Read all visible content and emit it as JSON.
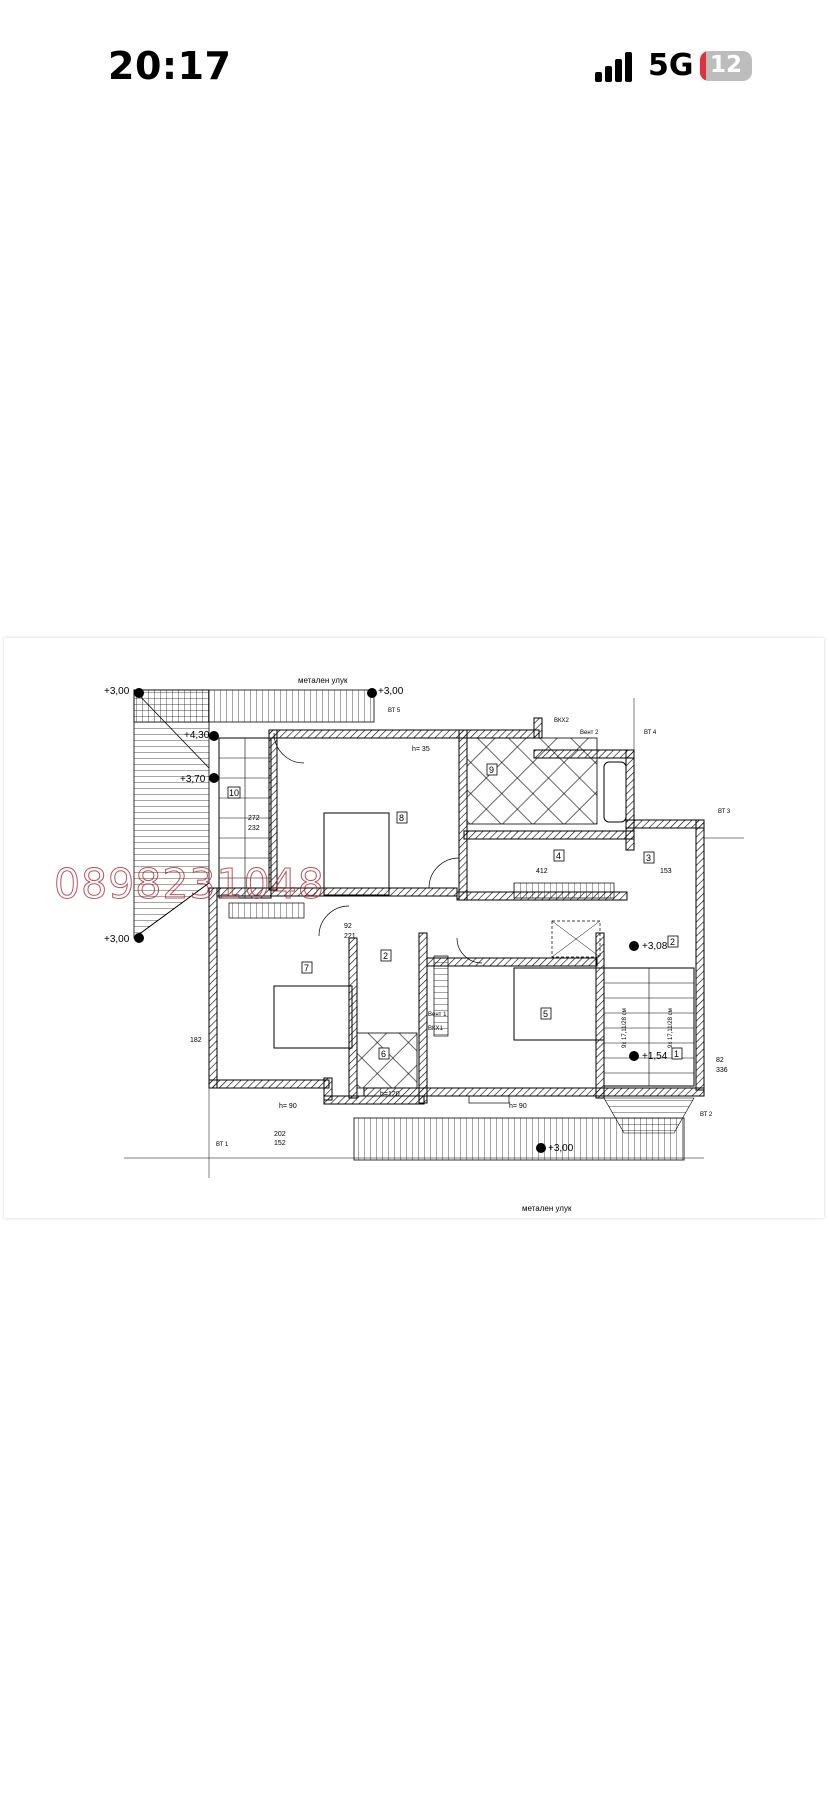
{
  "status_bar": {
    "time": "20:17",
    "network": "5G",
    "battery_level": "12",
    "battery_color": "#e0303a",
    "signal_icon": "cellular-signal-icon"
  },
  "photo": {
    "watermark": "0898231048",
    "labels": {
      "gutter_top": "метален улук",
      "gutter_bottom": "метален улук",
      "level_300_tl": "+3,00",
      "level_300_tr": "+3,00",
      "level_300_l": "+3,00",
      "level_300_b": "+3,00",
      "level_430": "+4,30",
      "level_370": "+3,70",
      "level_308": "+3,08",
      "level_154": "+1,54",
      "room_1": "1",
      "room_2": "2",
      "room_2b": "2",
      "room_3": "3",
      "room_4": "4",
      "room_5": "5",
      "room_6": "6",
      "room_7": "7",
      "room_8": "8",
      "room_9": "9",
      "room_10": "10",
      "bt1": "ВТ 1",
      "bt2": "ВТ 2",
      "bt3": "ВТ 3",
      "bt4": "ВТ 4",
      "bt5": "ВТ 5",
      "vkh1": "ВКХ1",
      "vkh2": "ВКХ2",
      "vent1": "Вент 1",
      "vent2": "Вент 2",
      "h35": "h= 35",
      "h90a": "h= 90",
      "h90b": "h= 90",
      "h120": "h=120",
      "d412": "412",
      "d153": "153",
      "d272": "272",
      "d232": "232",
      "d221": "221",
      "d92": "92",
      "d182": "182",
      "d336": "336",
      "d202": "202",
      "d152": "152",
      "d82": "82",
      "stairs1": "9x 17,11/28 см",
      "stairs2": "9x 17,11/28 см"
    }
  }
}
